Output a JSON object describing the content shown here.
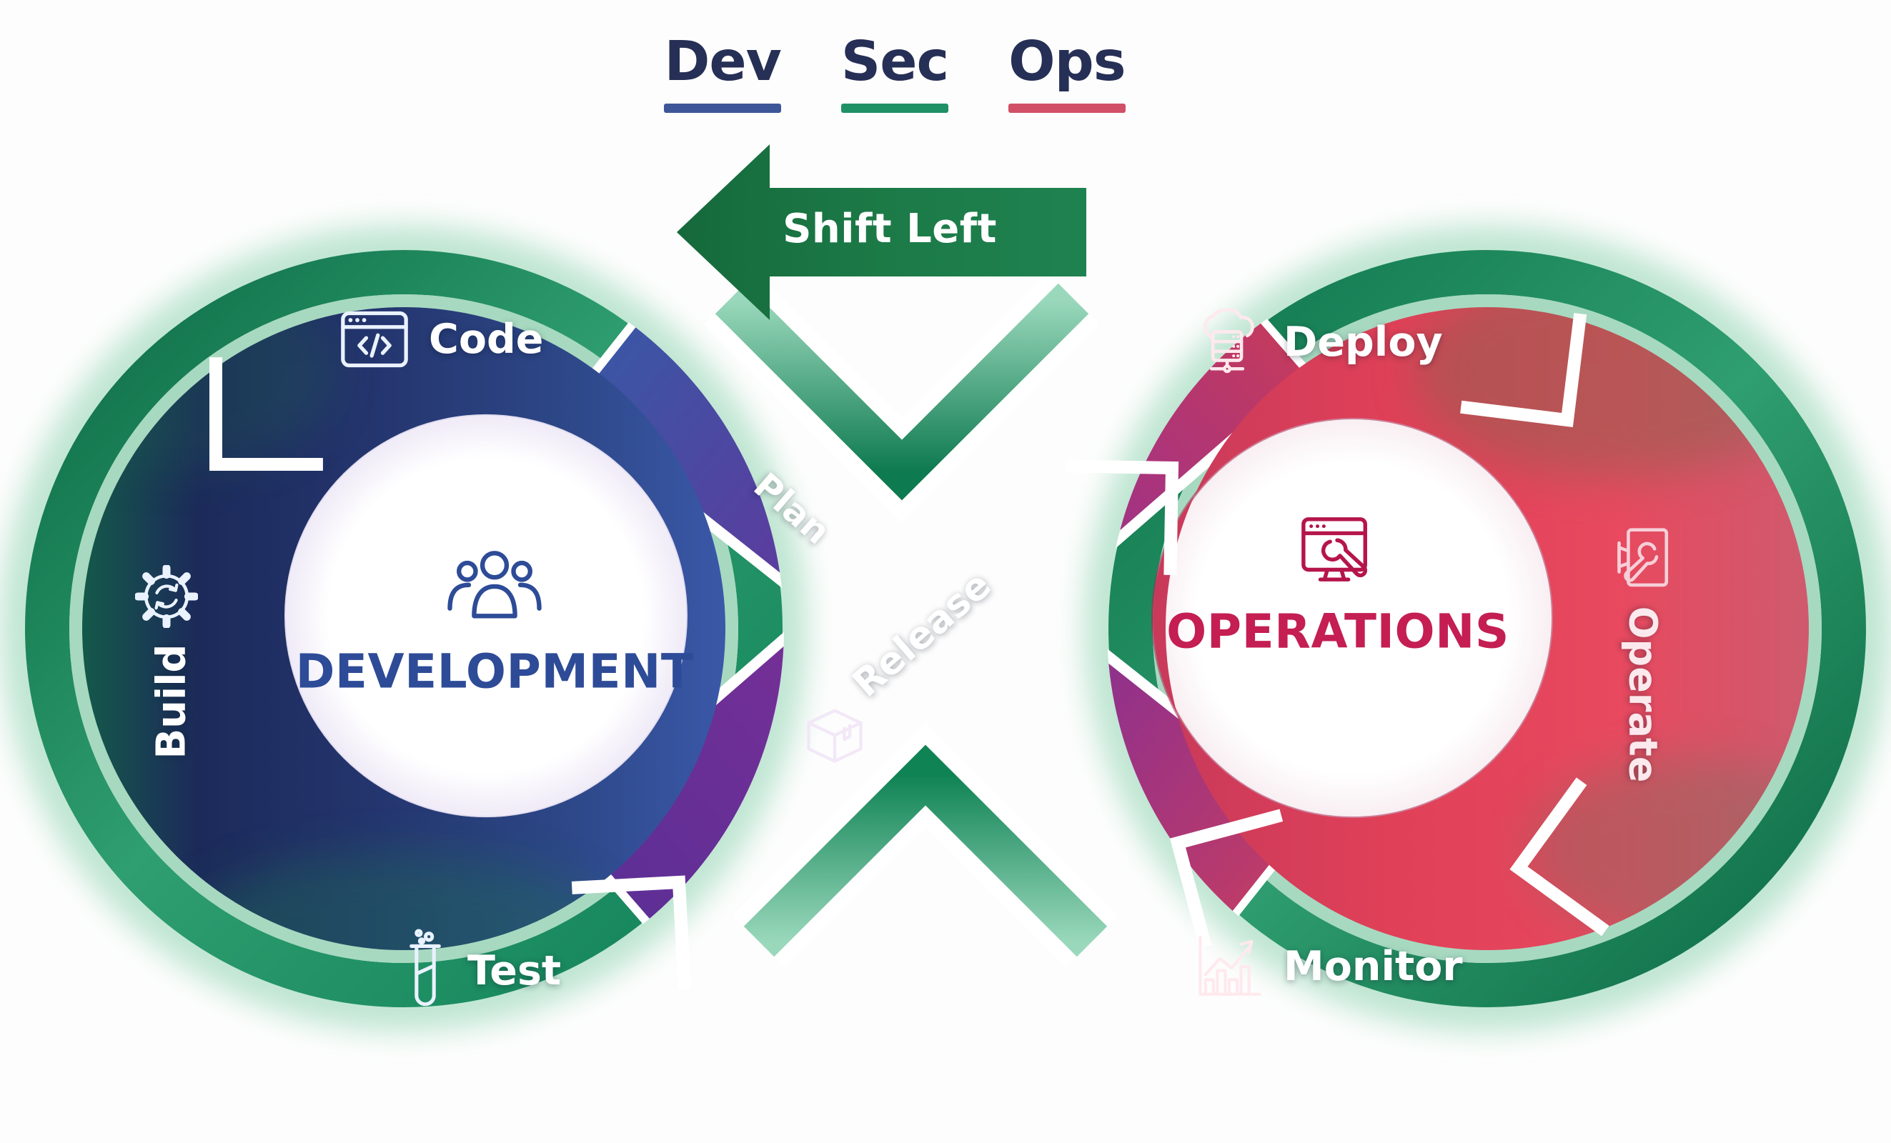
{
  "title": {
    "words": [
      {
        "text": "Dev",
        "underline": "#3d5697"
      },
      {
        "text": "Sec",
        "underline": "#1f9166"
      },
      {
        "text": "Ops",
        "underline": "#d15067"
      }
    ]
  },
  "shift_left_arrow": {
    "label": "Shift Left",
    "color": "#1c7a47"
  },
  "left_loop": {
    "title": "DEVELOPMENT",
    "title_color": "#2d4b97",
    "stages": {
      "code": {
        "label": "Code"
      },
      "build": {
        "label": "Build"
      },
      "test": {
        "label": "Test"
      }
    }
  },
  "crossover": {
    "plan": {
      "label": "Plan"
    },
    "release": {
      "label": "Release"
    }
  },
  "right_loop": {
    "title": "OPERATIONS",
    "title_color": "#c41e53",
    "stages": {
      "deploy": {
        "label": "Deploy"
      },
      "operate": {
        "label": "Operate"
      },
      "monitor": {
        "label": "Monitor"
      }
    }
  },
  "colors": {
    "dev_navy": "#223064",
    "dev_blue": "#3b5cab",
    "ops_crimson": "#e0435c",
    "secure_green": "#1c7a47",
    "plan_purple": "#7c2f96",
    "ring_edge_green": "#0e7a50",
    "ring_edge_mint": "#a7d9c0"
  }
}
